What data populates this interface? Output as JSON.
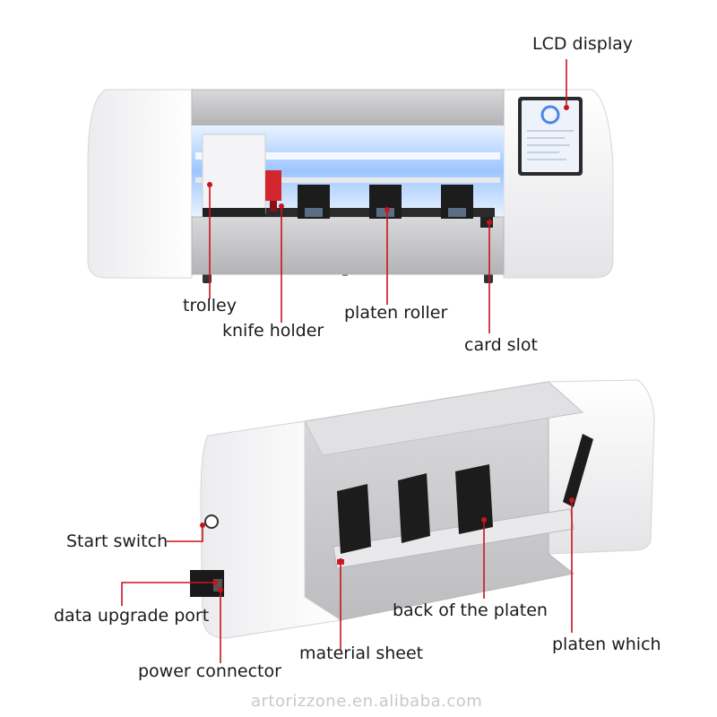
{
  "labels": {
    "lcd_display": "LCD display",
    "trolley": "trolley",
    "knife_holder": "knife holder",
    "platen_roller": "platen roller",
    "card_slot": "card slot",
    "start_switch": "Start switch",
    "data_upgrade_port": "data upgrade port",
    "back_of_platen": "back of the platen",
    "platen_which": "platen which",
    "material_sheet": "material sheet",
    "power_connector": "power connector"
  },
  "watermark": "artorizzone.en.alibaba.com",
  "colors": {
    "leader_line": "#c8141e",
    "body_white": "#f2f2f4",
    "metal": "#c7c7c9",
    "blue_glow": "#bcd8ff",
    "roller_dark": "#1c1c1c",
    "screen": "#e8f0fb"
  }
}
